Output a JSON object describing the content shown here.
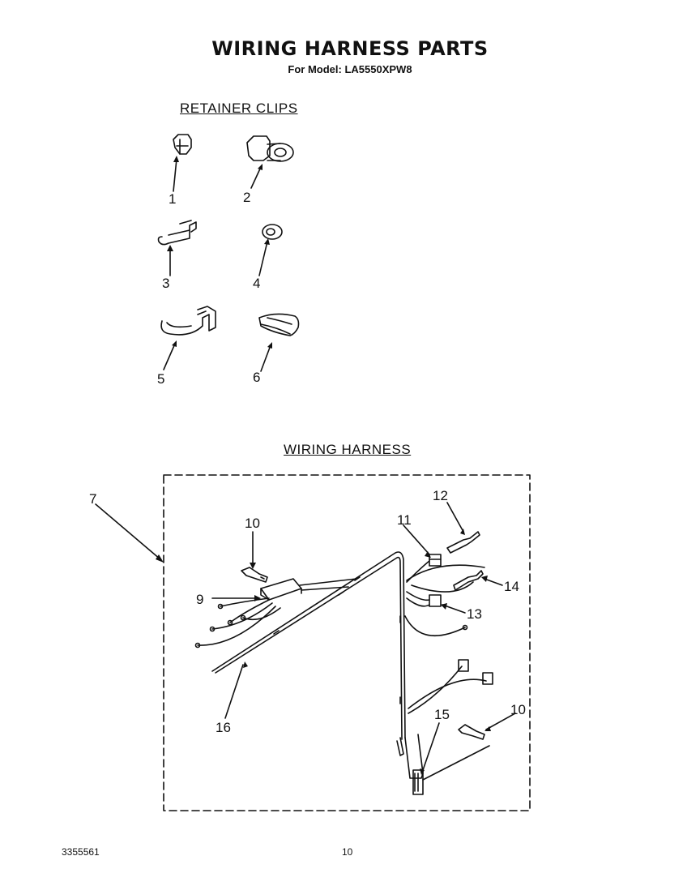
{
  "header": {
    "title": "WIRING HARNESS PARTS",
    "subtitle": "For Model: LA5550XPW8"
  },
  "sections": {
    "retainer_clips": "RETAINER CLIPS",
    "wiring_harness": "WIRING HARNESS"
  },
  "callouts": {
    "c1": "1",
    "c2": "2",
    "c3": "3",
    "c4": "4",
    "c5": "5",
    "c6": "6",
    "c7": "7",
    "c9": "9",
    "c10a": "10",
    "c10b": "10",
    "c11": "11",
    "c12": "12",
    "c13": "13",
    "c14": "14",
    "c15": "15",
    "c16": "16"
  },
  "footer": {
    "doc_number": "3355561",
    "page_number": "10"
  }
}
